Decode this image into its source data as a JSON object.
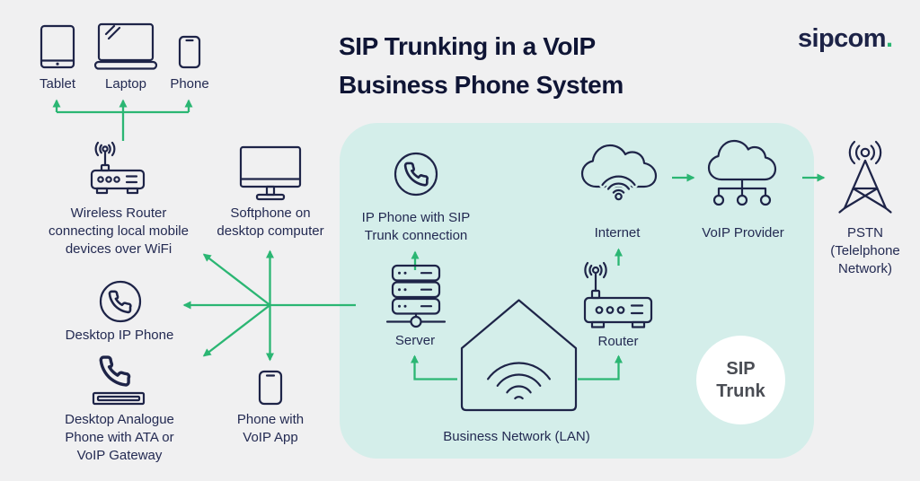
{
  "colors": {
    "background": "#f0f0f1",
    "lan_zone_background": "#d4eeea",
    "arrow_green": "#2bb673",
    "ink_navy": "#1e2448",
    "title_navy": "#0f1535",
    "badge_background": "#ffffff",
    "badge_text": "#4a4d54"
  },
  "header": {
    "title": "SIP Trunking in a VoIP\nBusiness Phone System",
    "logo_text": "sipcom",
    "logo_dot": "."
  },
  "nodes": {
    "tablet": {
      "label": "Tablet"
    },
    "laptop": {
      "label": "Laptop"
    },
    "phone": {
      "label": "Phone"
    },
    "wireless_router": {
      "label": "Wireless Router\nconnecting local mobile\ndevices over WiFi"
    },
    "softphone": {
      "label": "Softphone on\ndesktop computer"
    },
    "desktop_ip_phone": {
      "label": "Desktop IP Phone"
    },
    "desktop_analogue_phone": {
      "label": "Desktop Analogue\nPhone with ATA or\nVoIP Gateway"
    },
    "phone_voip_app": {
      "label": "Phone with\nVoIP App"
    },
    "ip_phone_sip_trunk": {
      "label": "IP Phone with SIP\nTrunk connection"
    },
    "server": {
      "label": "Server"
    },
    "business_network": {
      "label": "Business Network (LAN)"
    },
    "router": {
      "label": "Router"
    },
    "internet": {
      "label": "Internet"
    },
    "voip_provider": {
      "label": "VoIP Provider"
    },
    "pstn": {
      "label": "PSTN\n(Telelphone\nNetwork)"
    },
    "sip_trunk_badge": {
      "label": "SIP\nTrunk"
    }
  }
}
